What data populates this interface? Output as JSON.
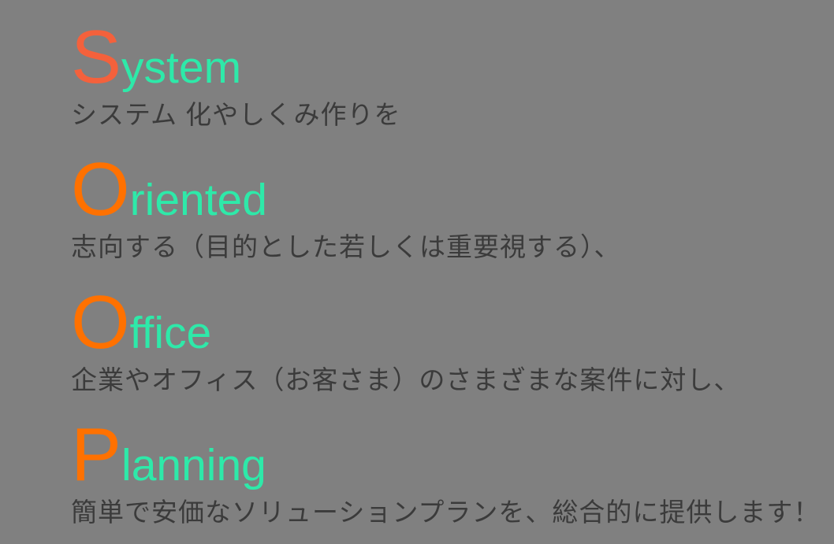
{
  "page": {
    "background_color": "#808080"
  },
  "colors": {
    "initial_system": "#F4613C",
    "initial_orange": "#FF7100",
    "word_rest_green": "#2EE9A9",
    "description_gray": "#3B3B3B"
  },
  "items": [
    {
      "initial": "S",
      "rest": "ystem",
      "description": "システム 化やしくみ作りを"
    },
    {
      "initial": "O",
      "rest": "riented",
      "description": "志向する（目的とした若しくは重要視する）、"
    },
    {
      "initial": "O",
      "rest": "ffice",
      "description": "企業やオフィス（お客さま）のさまざまな案件に対し、"
    },
    {
      "initial": "P",
      "rest": "lanning",
      "description": "簡単で安価なソリューションプランを、総合的に提供します！"
    }
  ]
}
